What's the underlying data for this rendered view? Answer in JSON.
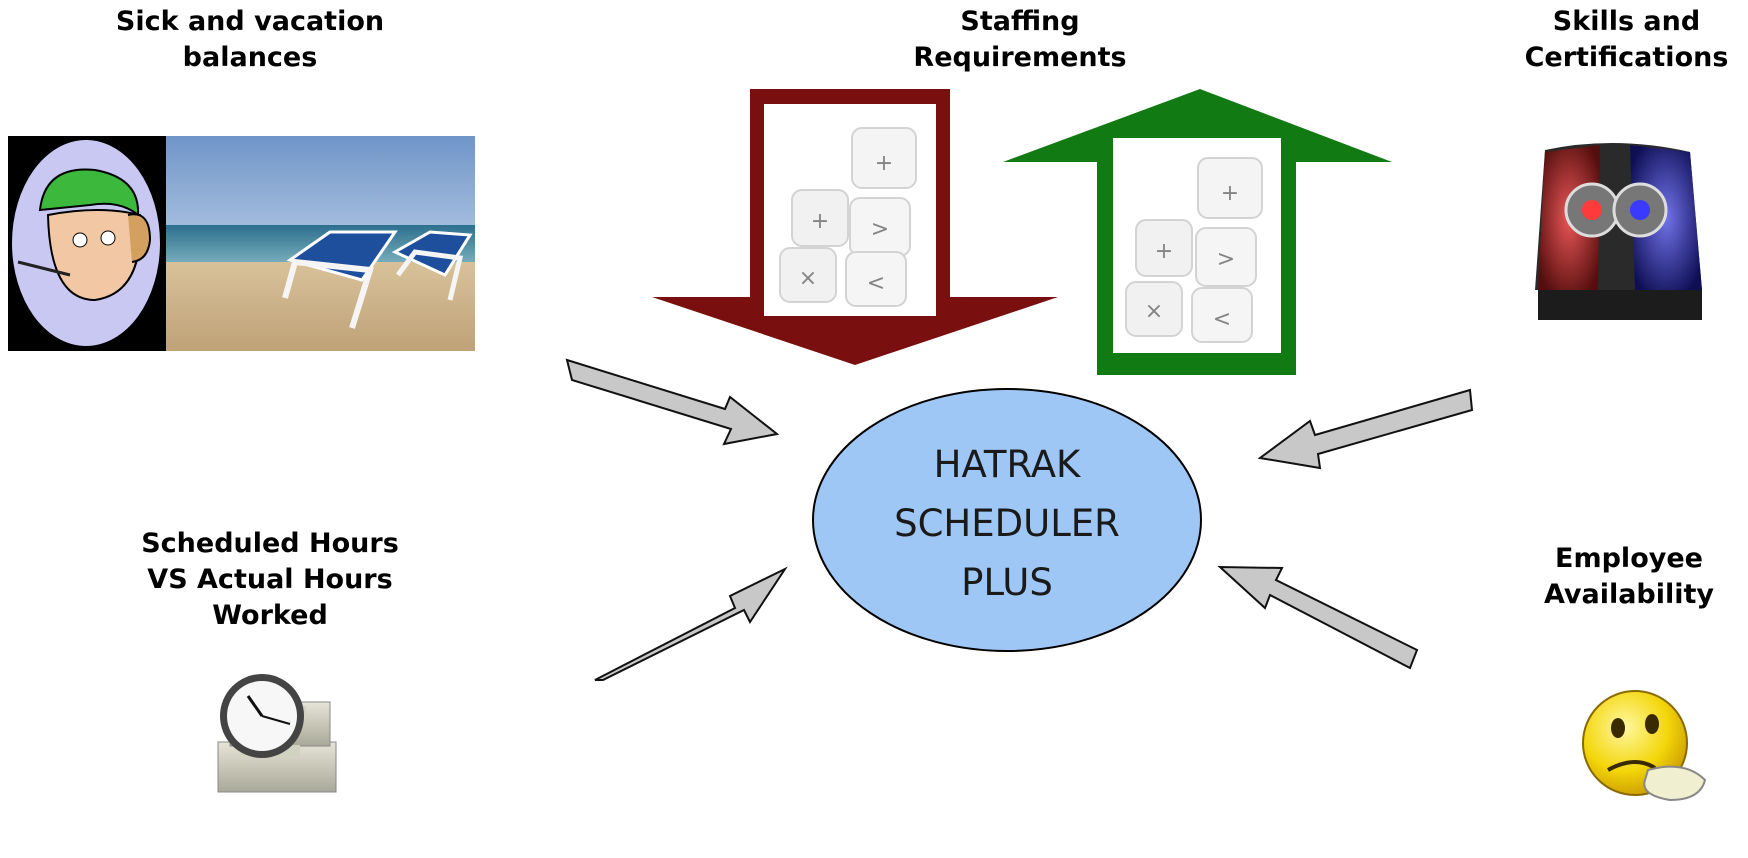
{
  "center": {
    "lines": [
      "HATRAK",
      "SCHEDULER",
      "PLUS"
    ],
    "fill": "#9fc7f5",
    "stroke": "#000000"
  },
  "inputs": [
    {
      "id": "sick-vacation",
      "lines": [
        "Sick and vacation",
        "balances"
      ],
      "image": "sick-person-and-beach-chairs"
    },
    {
      "id": "staffing",
      "lines": [
        "Staffing",
        "Requirements"
      ],
      "image": "calculator-keys"
    },
    {
      "id": "skills",
      "lines": [
        "Skills and",
        "Certifications"
      ],
      "image": "police-siren-light"
    },
    {
      "id": "hours",
      "lines": [
        "Scheduled Hours",
        "VS Actual Hours",
        "Worked"
      ],
      "image": "clock-on-money-stacks"
    },
    {
      "id": "availability",
      "lines": [
        "Employee",
        "Availability"
      ],
      "image": "thinking-smiley-face"
    }
  ],
  "staffing_arrows": [
    {
      "direction": "down",
      "color": "#7a0f0f"
    },
    {
      "direction": "up",
      "color": "#127a12"
    }
  ],
  "connector_color": "#c8c8c8"
}
